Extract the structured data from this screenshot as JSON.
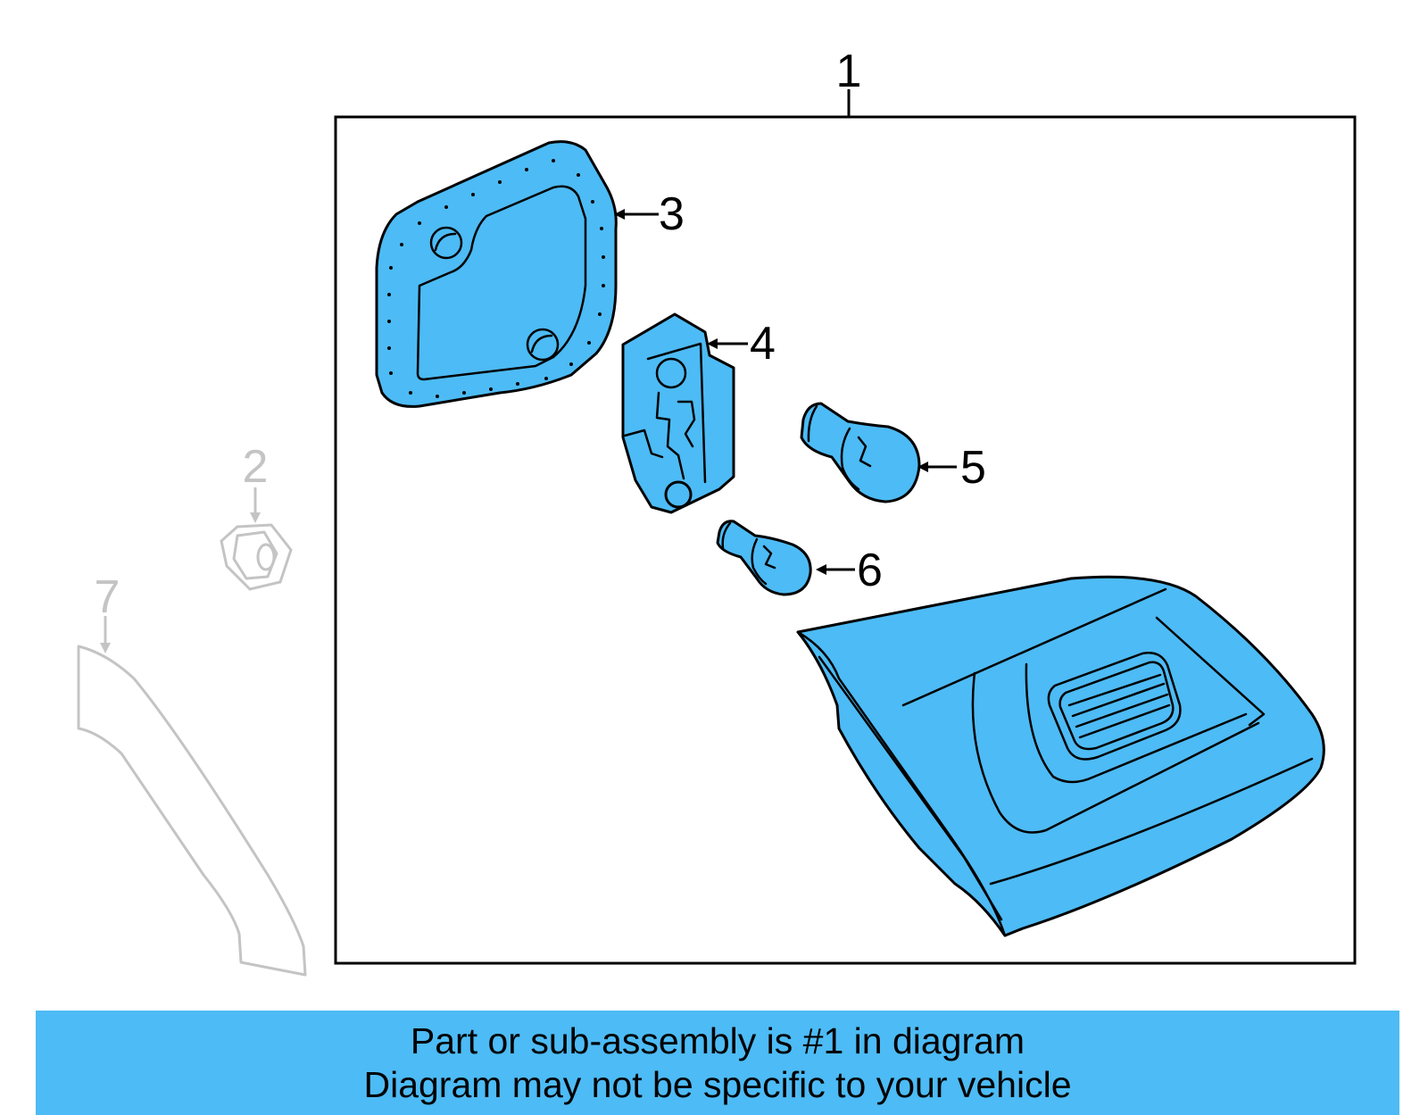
{
  "callouts": {
    "c1": "1",
    "c2": "2",
    "c3": "3",
    "c4": "4",
    "c5": "5",
    "c6": "6",
    "c7": "7"
  },
  "banner": {
    "line1": "Part or sub-assembly is #1 in diagram",
    "line2": "Diagram may not be specific to your vehicle"
  },
  "colors": {
    "part_fill": "#4dbbf5",
    "banner_bg": "#4dbbf5",
    "ghost_part": "#c4c4c4",
    "outline": "#000000"
  }
}
